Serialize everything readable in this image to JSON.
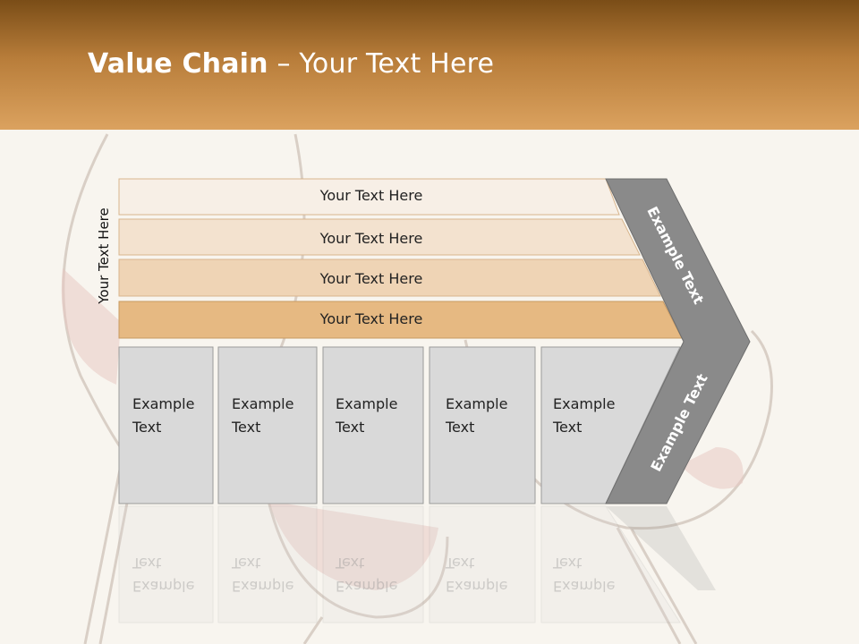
{
  "header": {
    "title_bold": "Value Chain",
    "title_rest": " – Your Text Here"
  },
  "left_label": "Your Text Here",
  "bars": [
    {
      "label": "Your Text Here",
      "color": "#f7efe6"
    },
    {
      "label": "Your Text Here",
      "color": "#f3e2cf"
    },
    {
      "label": "Your Text Here",
      "color": "#efd4b5"
    },
    {
      "label": "Your Text Here",
      "color": "#e6b982"
    }
  ],
  "boxes": [
    {
      "line1": "Example",
      "line2": "Text"
    },
    {
      "line1": "Example",
      "line2": "Text"
    },
    {
      "line1": "Example",
      "line2": "Text"
    },
    {
      "line1": "Example",
      "line2": "Text"
    },
    {
      "line1": "Example",
      "line2": "Text"
    }
  ],
  "chevron": {
    "upper_label": "Example Text",
    "lower_label": "Example Text",
    "color": "#8a8a8a"
  },
  "colors": {
    "header_dark": "#7a4d17",
    "header_light": "#dba25f",
    "box_fill": "#d9d9d9",
    "box_stroke": "#9a9a9a"
  }
}
